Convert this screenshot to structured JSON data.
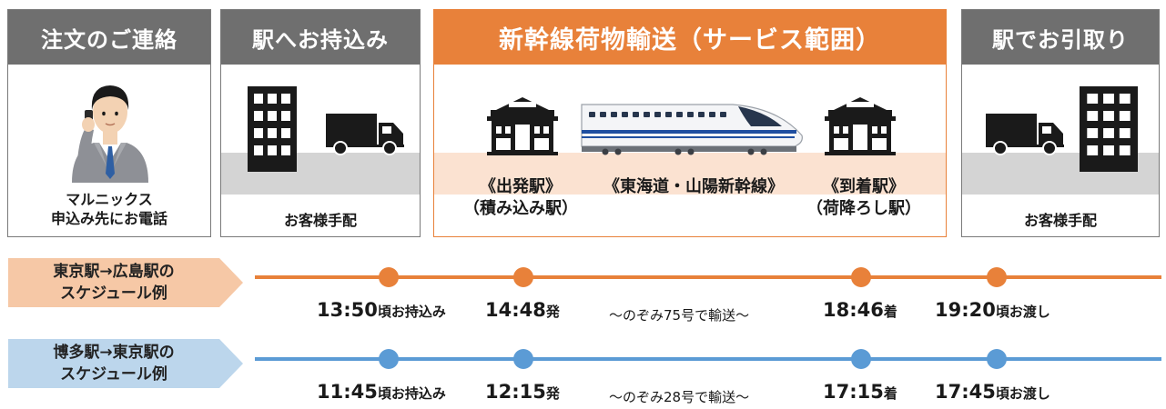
{
  "steps": {
    "order": {
      "title": "注文のご連絡",
      "caption_line1": "マルニックス",
      "caption_line2": "申込み先にお電話"
    },
    "dropoff": {
      "title": "駅へお持込み",
      "caption": "お客様手配"
    },
    "service": {
      "title": "新幹線荷物輸送（サービス範囲）",
      "departure_label": "《出発駅》",
      "departure_sub": "（積み込み駅）",
      "line_label": "《東海道・山陽新幹線》",
      "arrival_label": "《到着駅》",
      "arrival_sub": "（荷降ろし駅）"
    },
    "pickup": {
      "title": "駅でお引取り",
      "caption": "お客様手配"
    }
  },
  "schedules": [
    {
      "route_line1": "東京駅→広島駅の",
      "route_line2": "スケジュール例",
      "color": "#e8813a",
      "dropoff_time": "13:50",
      "dropoff_suffix": "頃お持込み",
      "depart_time": "14:48",
      "depart_suffix": "発",
      "via": "～のぞみ75号で輸送～",
      "arrive_time": "18:46",
      "arrive_suffix": "着",
      "handover_time": "19:20",
      "handover_suffix": "頃お渡し"
    },
    {
      "route_line1": "博多駅→東京駅の",
      "route_line2": "スケジュール例",
      "color": "#5b9bd5",
      "dropoff_time": "11:45",
      "dropoff_suffix": "頃お持込み",
      "depart_time": "12:15",
      "depart_suffix": "発",
      "via": "～のぞみ28号で輸送～",
      "arrive_time": "17:15",
      "arrive_suffix": "着",
      "handover_time": "17:45",
      "handover_suffix": "頃お渡し"
    }
  ],
  "colors": {
    "accent_orange": "#e8813a",
    "accent_blue": "#5b9bd5",
    "header_gray": "#6f6f6f"
  },
  "icons": [
    "person-phone-icon",
    "building-icon",
    "truck-icon",
    "station-icon",
    "shinkansen-icon"
  ]
}
